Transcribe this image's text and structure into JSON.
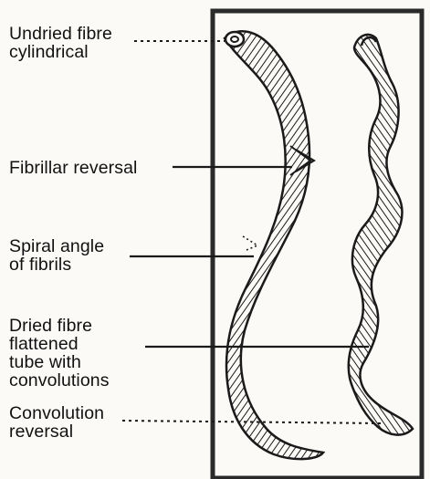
{
  "labels": {
    "undried": "Undried fibre\ncylindrical",
    "fibrillar": "Fibrillar reversal",
    "spiral": "Spiral angle\nof fibrils",
    "dried": "Dried fibre\nflattened\ntube with\nconvolutions",
    "convolution": "Convolution\nreversal"
  }
}
